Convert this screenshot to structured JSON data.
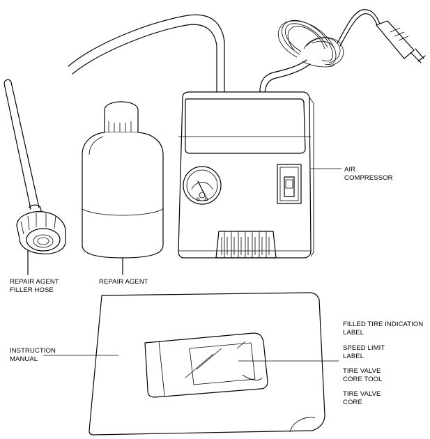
{
  "labels": {
    "filler_hose": "REPAIR AGENT\nFILLER HOSE",
    "repair_agent": "REPAIR AGENT",
    "air_compressor": "AIR\nCOMPRESSOR",
    "instruction_manual": "INSTRUCTION\nMANUAL",
    "filled_tire_label": "FILLED TIRE INDICATION\nLABEL",
    "speed_limit_label": "SPEED LIMIT\nLABEL",
    "valve_core_tool": "TIRE VALVE\nCORE TOOL",
    "valve_core": "TIRE VALVE\nCORE"
  }
}
